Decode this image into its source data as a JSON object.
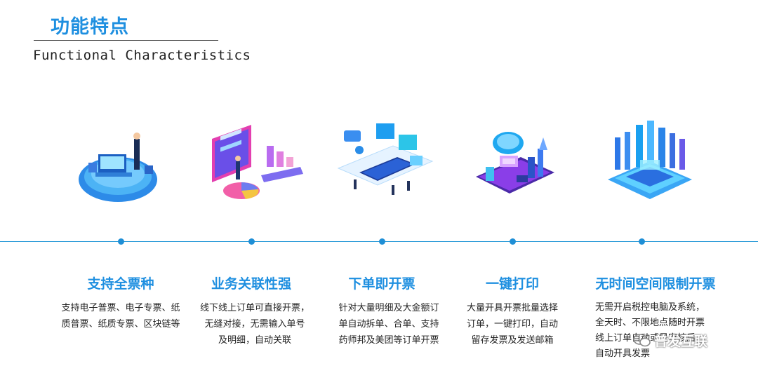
{
  "header": {
    "title": "功能特点",
    "subtitle": "Functional Characteristics"
  },
  "features": [
    {
      "title": "支持全票种",
      "desc": [
        "支持电子普票、电子专票、纸",
        "质普票、纸质专票、区块链等"
      ]
    },
    {
      "title": "业务关联性强",
      "desc": [
        "线下线上订单可直接开票，",
        "无缝对接，无需输入单号",
        "及明细，自动关联"
      ]
    },
    {
      "title": "下单即开票",
      "desc": [
        "针对大量明细及大金额订",
        "单自动拆单、合单、支持",
        "药师邦及美团等订单开票"
      ]
    },
    {
      "title": "一键打印",
      "desc": [
        "大量开具开票批量选择",
        "订单，一键打印，自动",
        "留存发票及发送邮箱"
      ]
    },
    {
      "title": "无时间空间限制开票",
      "desc": [
        "无需开启税控电脑及系统，",
        "全天时、不限地点随时开票",
        "线上订单自动或是审核后",
        "自动开具发票"
      ]
    }
  ],
  "watermark": {
    "text": "普发互联",
    "icon": "wechat-icon"
  },
  "colors": {
    "accent": "#1e8fe0",
    "timeline": "#2a9ad8"
  }
}
